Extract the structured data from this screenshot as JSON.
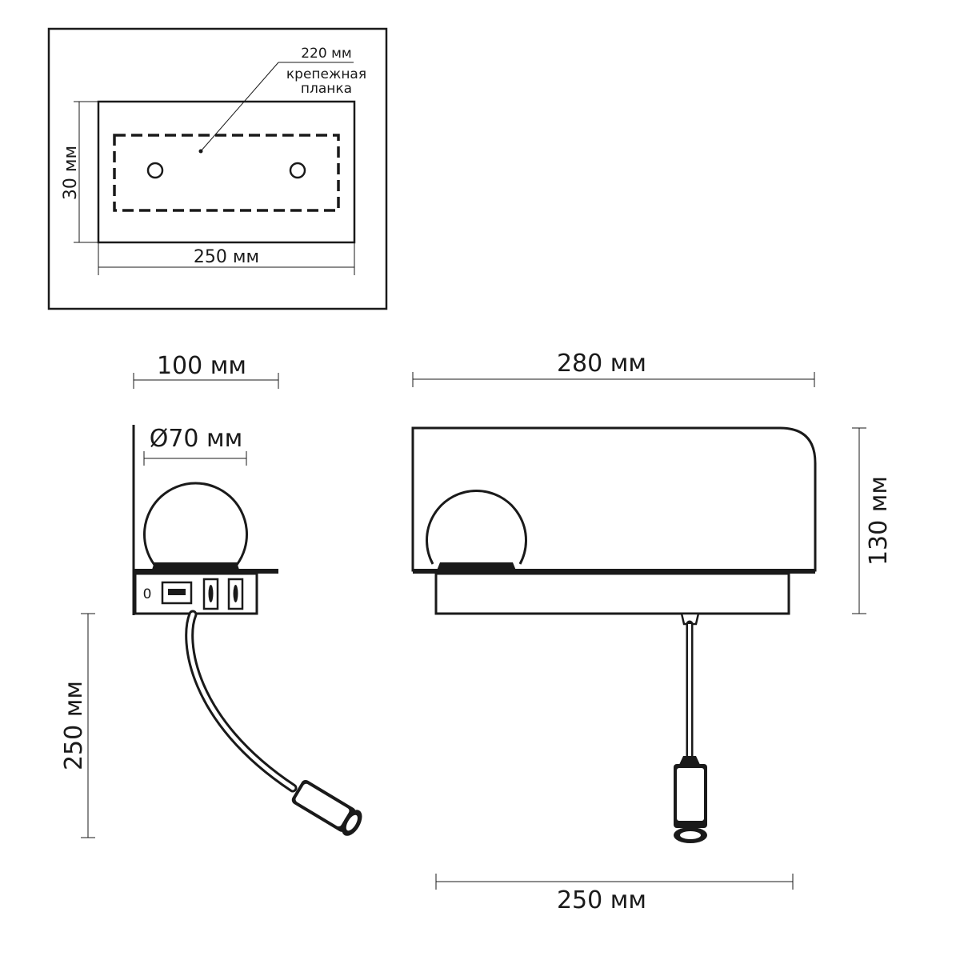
{
  "mount_plate_view": {
    "width_label": "250 мм",
    "height_label": "30 мм",
    "callout_value": "220 мм",
    "callout_line1": "крепежная",
    "callout_line2": "планка"
  },
  "side_view": {
    "depth_label": "100 мм",
    "shade_label": "Ø70 мм",
    "arm_label": "250 мм",
    "switch_indicator": "0"
  },
  "front_view": {
    "width_label": "280 мм",
    "height_label": "130 мм",
    "base_label": "250 мм"
  }
}
